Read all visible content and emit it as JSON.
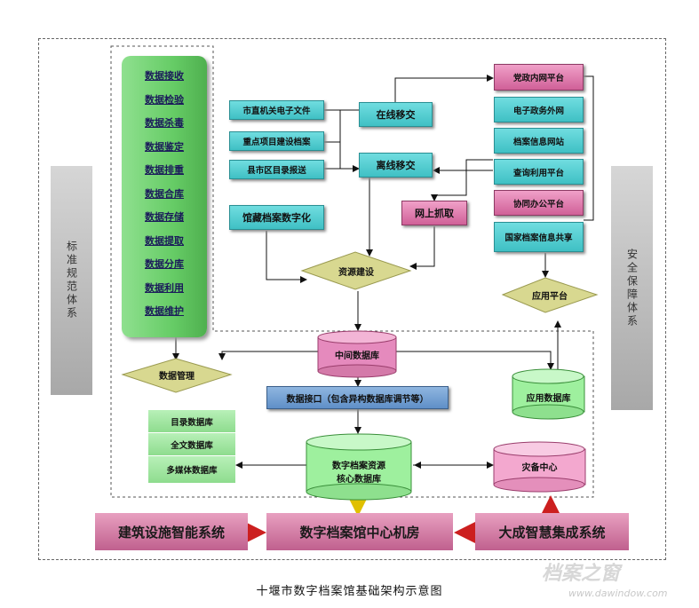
{
  "sidebars": {
    "left": "标准规范体系",
    "right": "安全保障体系"
  },
  "process_steps": [
    "数据接收",
    "数据检验",
    "数据杀毒",
    "数据鉴定",
    "数据排重",
    "数据合库",
    "数据存储",
    "数据提取",
    "数据分库",
    "数据利用",
    "数据维护"
  ],
  "sources": [
    "市直机关电子文件",
    "重点项目建设档案",
    "县市区目录报送"
  ],
  "digitization": "馆藏档案数字化",
  "transfer": {
    "online": "在线移交",
    "offline": "离线移交",
    "crawl": "网上抓取"
  },
  "platforms": [
    "党政内网平台",
    "电子政务外网",
    "档案信息网站",
    "查询利用平台",
    "协同办公平台",
    "国家档案信息共享"
  ],
  "resource_building": "资源建设",
  "app_platform": "应用平台",
  "data_management": "数据管理",
  "middle_db": "中间数据库",
  "app_db": "应用数据库",
  "interface": "数据接口（包含异构数据库调节等）",
  "stack_dbs": [
    "目录数据库",
    "全文数据库",
    "多媒体数据库"
  ],
  "core_db": [
    "数字档案资源",
    "核心数据库"
  ],
  "backup": "灾备中心",
  "bottom": {
    "left": "建筑设施智能系统",
    "center": "数字档案馆中心机房",
    "right": "大成智慧集成系统"
  },
  "caption": "十堰市数字档案馆基础架构示意图",
  "watermark": {
    "brand": "档案之窗",
    "url": "www.dawindow.com"
  }
}
